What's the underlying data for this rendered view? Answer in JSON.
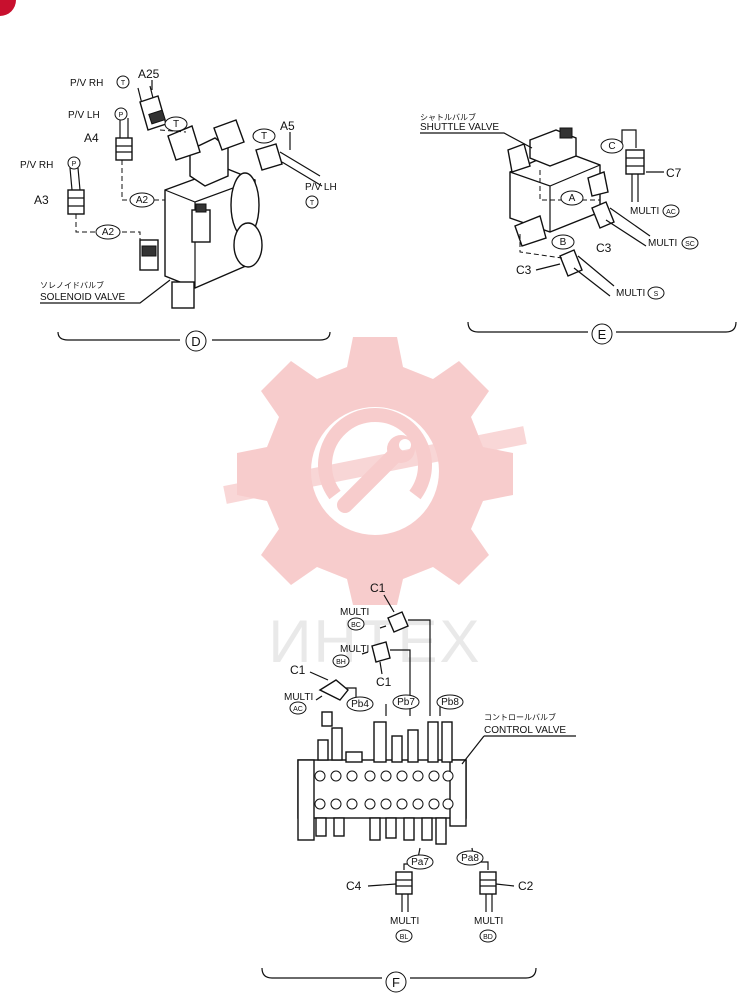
{
  "watermark": {
    "text": "ИНТЕХ",
    "color": "#f2a3a3"
  },
  "colors": {
    "ink": "#111111",
    "corner_mark": "#c8102e",
    "watermark": "#f2a3a3"
  },
  "section_d": {
    "id": "D",
    "labels": {
      "pv_rh_t_1": "P/V RH",
      "pv_rh_t_1_sym": "T",
      "a25": "A25",
      "pv_lh_p": "P/V LH",
      "pv_lh_p_sym": "P",
      "a4": "A4",
      "pv_rh_p": "P/V RH",
      "pv_rh_p_sym": "P",
      "a3": "A3",
      "t_1": "T",
      "t_2": "T",
      "a5": "A5",
      "pv_lh_t": "P/V LH",
      "pv_lh_t_sym": "T",
      "a2_1": "A2",
      "a2_2": "A2",
      "solenoid_jp": "ソレノイドバルブ",
      "solenoid_en": "SOLENOID VALVE"
    }
  },
  "section_e": {
    "id": "E",
    "labels": {
      "shuttle_jp": "シャトルバルブ",
      "shuttle_en": "SHUTTLE VALVE",
      "c": "C",
      "c7": "C7",
      "multi_ac": "MULTI",
      "multi_ac_sym": "AC",
      "a": "A",
      "c3_1": "C3",
      "multi_sc": "MULTI",
      "multi_sc_sym": "SC",
      "b": "B",
      "c3_2": "C3",
      "multi_s": "MULTI",
      "multi_s_sym": "S"
    }
  },
  "section_f": {
    "id": "F",
    "labels": {
      "c1_top": "C1",
      "multi_bc": "MULTI",
      "multi_bc_sym": "BC",
      "multi_bh": "MULTI",
      "multi_bh_sym": "BH",
      "c1_mid": "C1",
      "c1_left": "C1",
      "multi_ac": "MULTI",
      "multi_ac_sym": "AC",
      "pb4": "Pb4",
      "pb7": "Pb7",
      "pb8": "Pb8",
      "control_jp": "コントロールバルブ",
      "control_en": "CONTROL VALVE",
      "pa7": "Pa7",
      "pa8": "Pa8",
      "c4": "C4",
      "c2": "C2",
      "multi_bl": "MULTI",
      "multi_bl_sym": "BL",
      "multi_bd": "MULTI",
      "multi_bd_sym": "BD"
    }
  }
}
